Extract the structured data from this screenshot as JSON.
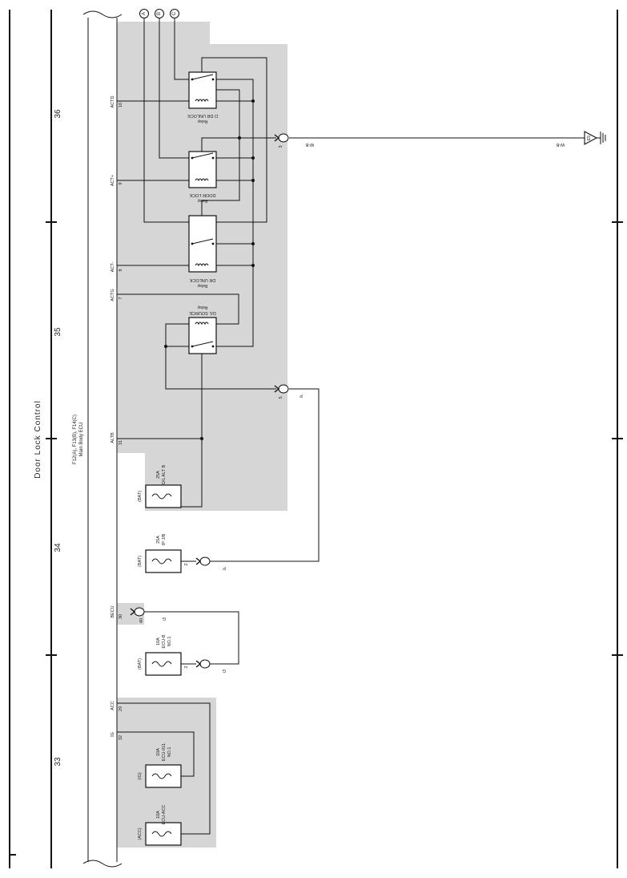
{
  "title": "Door Lock Control",
  "section_numbers": [
    "36",
    "35",
    "34",
    "33"
  ],
  "ecu": {
    "connectors": "F12(A), F13(B), F14(C)",
    "name": "Main Body ECU"
  },
  "terminals": {
    "actd": "ACTD",
    "actd_pin": "10",
    "actp": "ACT+",
    "actp_pin": "9",
    "actm": "ACT-",
    "actm_pin": "8",
    "actg": "ACTG",
    "actg_pin": "7",
    "altb": "ALTB",
    "altb_pin": "31",
    "becu": "BECU",
    "becu_pin": "30",
    "acc": "ACC",
    "acc_pin": "29",
    "ig": "IG",
    "ig_pin": "32"
  },
  "relays": {
    "d_dr_unlock": "D DR UNLOCK",
    "door_lock": "DOOR LOCK",
    "dr_unlock": "DR UNLOCK",
    "dl_source": "D/L SOURCE",
    "relay_word": "Relay"
  },
  "fuses": {
    "dl_alt_b_amp": "25A",
    "dl_alt_b_name": "D/L ALT B",
    "ip_jb_amp": "25A",
    "ip_jb_name": "IP J/B",
    "ecu_b_amp": "10A",
    "ecu_b_name": "ECU-B",
    "ecu_b_no": "NO.1",
    "ecu_ig1_amp": "10A",
    "ecu_ig1_name": "ECU-IG1",
    "ecu_ig1_no": "NO.1",
    "ecu_acc_amp": "10A",
    "ecu_acc_name": "ECU-ACC",
    "bat": "(BAT)",
    "ig_src": "(IG)",
    "acc_src": "(ACC)"
  },
  "connectors": {
    "off_page": [
      "A",
      "B",
      "C"
    ],
    "w_b": "W-B",
    "p": "P",
    "g": "G",
    "pin_2a": "2",
    "pin_2b": "2",
    "pin_3": "3",
    "pin_5": "5",
    "pin_40": "40",
    "ground": "E5"
  }
}
